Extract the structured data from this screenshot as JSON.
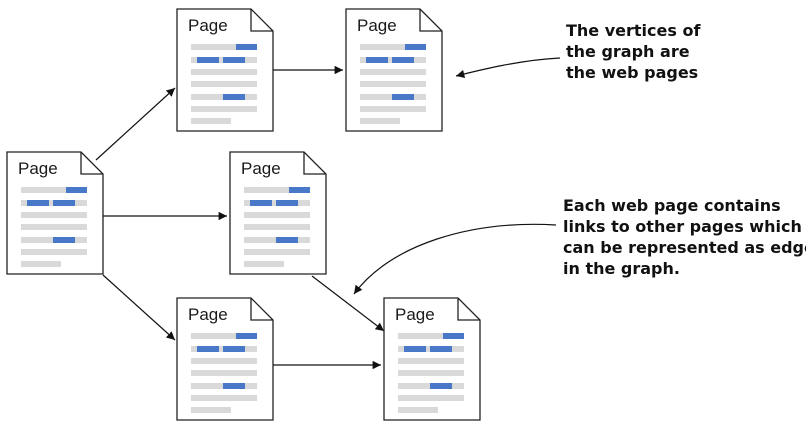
{
  "colors": {
    "page_fill": "#ffffff",
    "page_stroke": "#222222",
    "text_line": "#d9d9d9",
    "link_highlight": "#4a78c8",
    "arrow": "#111111"
  },
  "pages": [
    {
      "id": "page-1",
      "title": "Page"
    },
    {
      "id": "page-2",
      "title": "Page"
    },
    {
      "id": "page-3",
      "title": "Page"
    },
    {
      "id": "page-4",
      "title": "Page"
    },
    {
      "id": "page-5",
      "title": "Page"
    },
    {
      "id": "page-6",
      "title": "Page"
    }
  ],
  "links": [
    {
      "from": "page-3",
      "to": "page-1"
    },
    {
      "from": "page-1",
      "to": "page-2"
    },
    {
      "from": "page-3",
      "to": "page-4"
    },
    {
      "from": "page-3",
      "to": "page-5"
    },
    {
      "from": "page-4",
      "to": "page-6"
    },
    {
      "from": "page-5",
      "to": "page-6"
    }
  ],
  "annotations": {
    "vertices": [
      "The vertices of",
      "the graph are",
      "the web pages"
    ],
    "edges": [
      "Each web page contains",
      "links to other pages which",
      "can be represented as edges",
      "in the graph."
    ]
  }
}
